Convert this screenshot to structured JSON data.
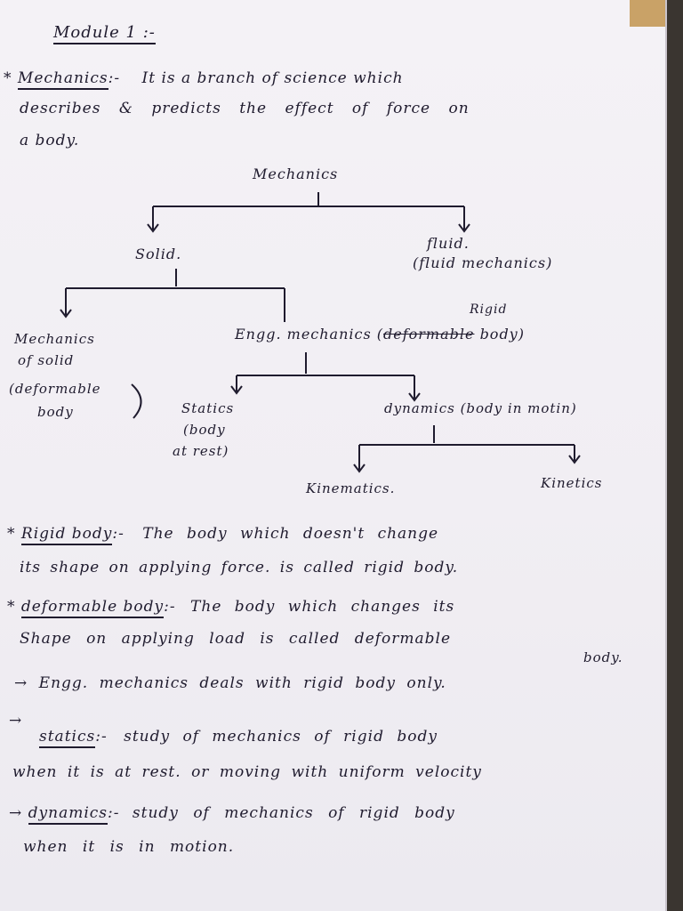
{
  "heading": "Module 1 :-",
  "def_mechanics": {
    "bullet": "*",
    "term": "Mechanics",
    "sep": ":-",
    "line1": "It is a branch of science which",
    "line2": "describes & predicts the effect of force on",
    "line3": "a body."
  },
  "tree": {
    "root": "Mechanics",
    "solid": "Solid.",
    "fluid": "fluid.",
    "fluid_note": "(fluid mechanics)",
    "mos_line1": "Mechanics",
    "mos_line2": "of solid",
    "mos_line3": "(deformable",
    "mos_line4": "body",
    "engg": "Engg. mechanics (",
    "engg_struck": "deformable",
    "engg_insert": "Rigid",
    "engg_tail": "body)",
    "statics_line1": "Statics",
    "statics_line2": "(body",
    "statics_line3": "at rest)",
    "dynamics": "dynamics (body in motin)",
    "kinematics": "Kinematics.",
    "kinetics": "Kinetics"
  },
  "notes": {
    "rigid": {
      "bullet": "*",
      "term": "Rigid body",
      "sep": ":-",
      "line1": "The body which doesn't change",
      "line2": "its shape on applying force. is called rigid body."
    },
    "deformable": {
      "bullet": "*",
      "term": "deformable body",
      "sep": ":-",
      "line1": "The body which changes its",
      "line2": "Shape on applying load is called deformable",
      "line3": "body."
    },
    "engg": {
      "arrow": "→",
      "text": "Engg. mechanics deals with rigid body only."
    },
    "statics": {
      "arrow": "→",
      "term": "statics",
      "sep": ":-",
      "line1": "study of mechanics of rigid body",
      "line2": "when it is at rest. or moving with uniform velocity"
    },
    "dynamics": {
      "arrow": "→",
      "term": "dynamics",
      "sep": ":-",
      "line1": "study of mechanics of rigid body",
      "line2": "when it is in motion."
    }
  }
}
